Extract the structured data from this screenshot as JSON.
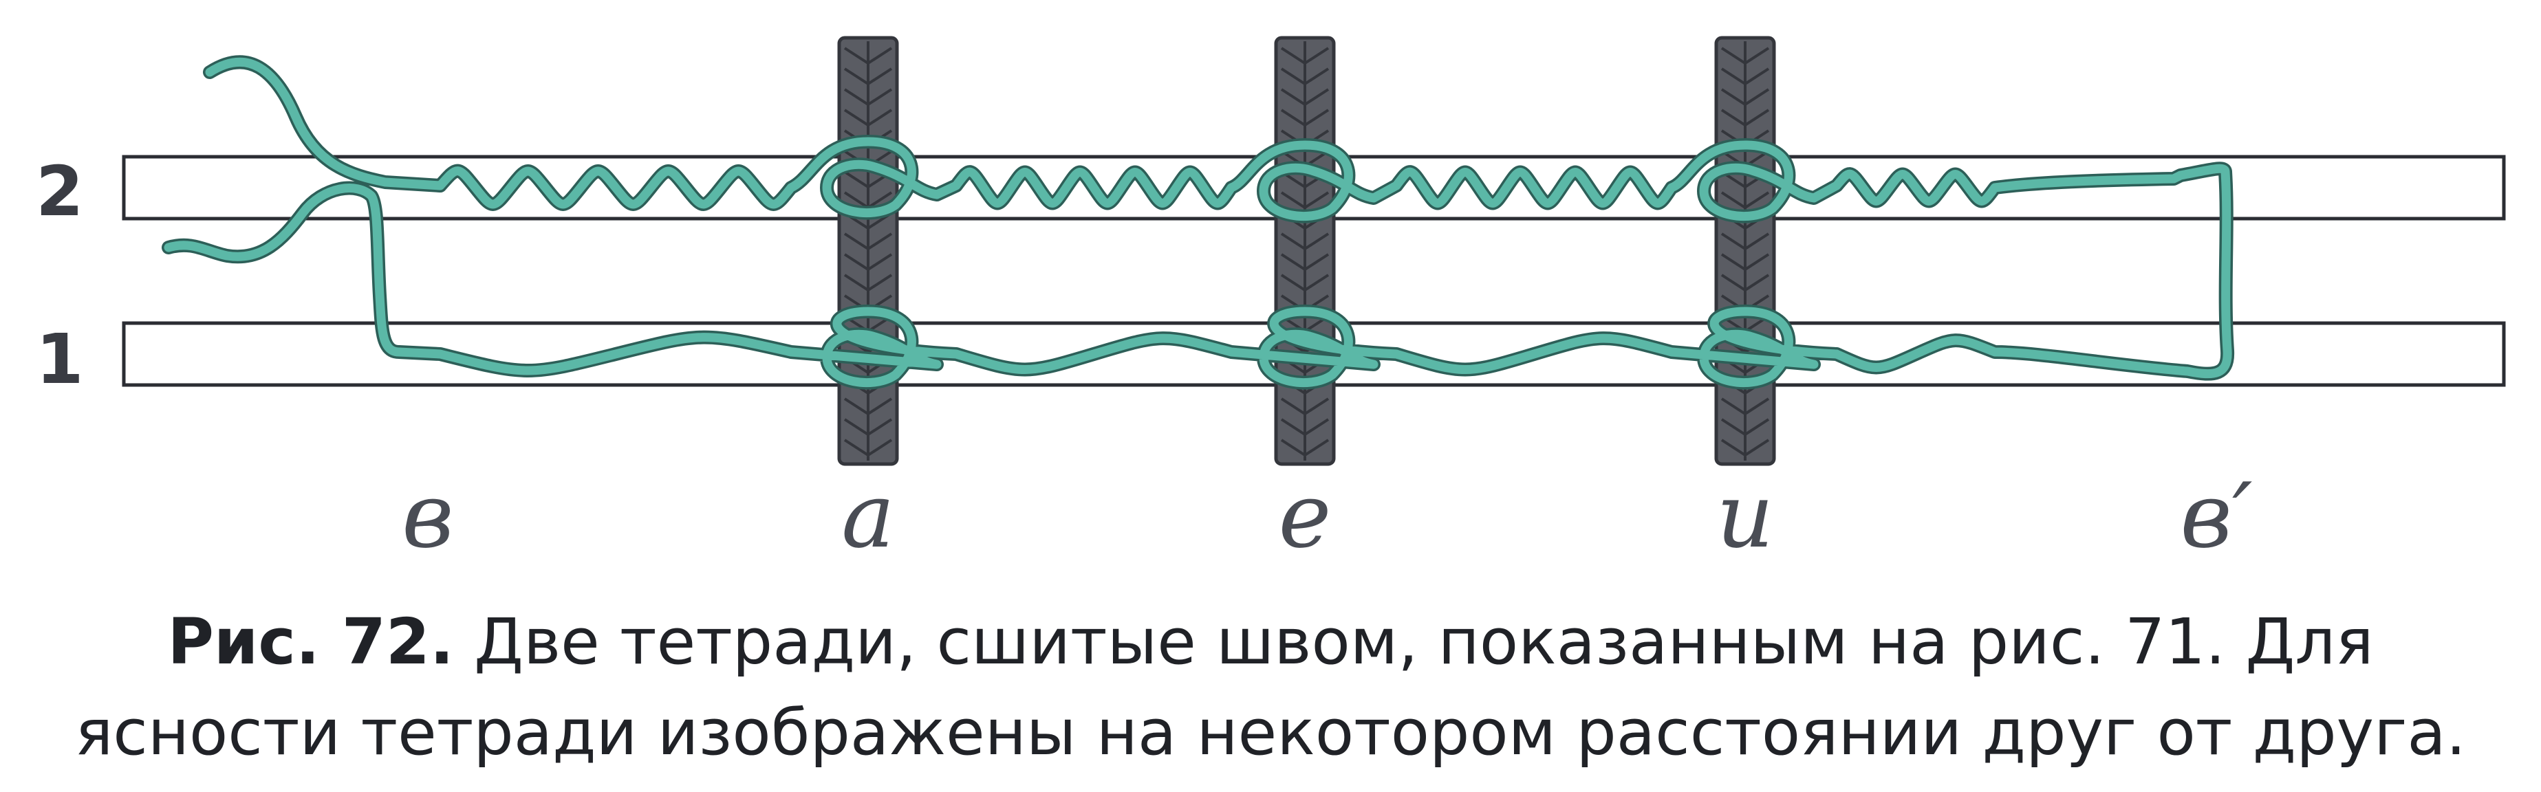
{
  "figure": {
    "row_labels": [
      "2",
      "1"
    ],
    "position_labels": [
      "в",
      "а",
      "е",
      "и",
      "в′"
    ],
    "colors": {
      "thread": "#5bb8a7",
      "thread_outline": "#2d5f58",
      "cord": "#5a5c63",
      "sheet_outline": "#2b2d33",
      "text": "#202227"
    },
    "icons": [
      "thread",
      "cord",
      "signature-sheet"
    ]
  },
  "caption": {
    "lead": "Рис. 72.",
    "line1_rest": " Две тетради, сшитые швом, показанным на рис. 71. Для",
    "line2": "ясности тетради изображены на некотором расстоянии друг от друга."
  }
}
